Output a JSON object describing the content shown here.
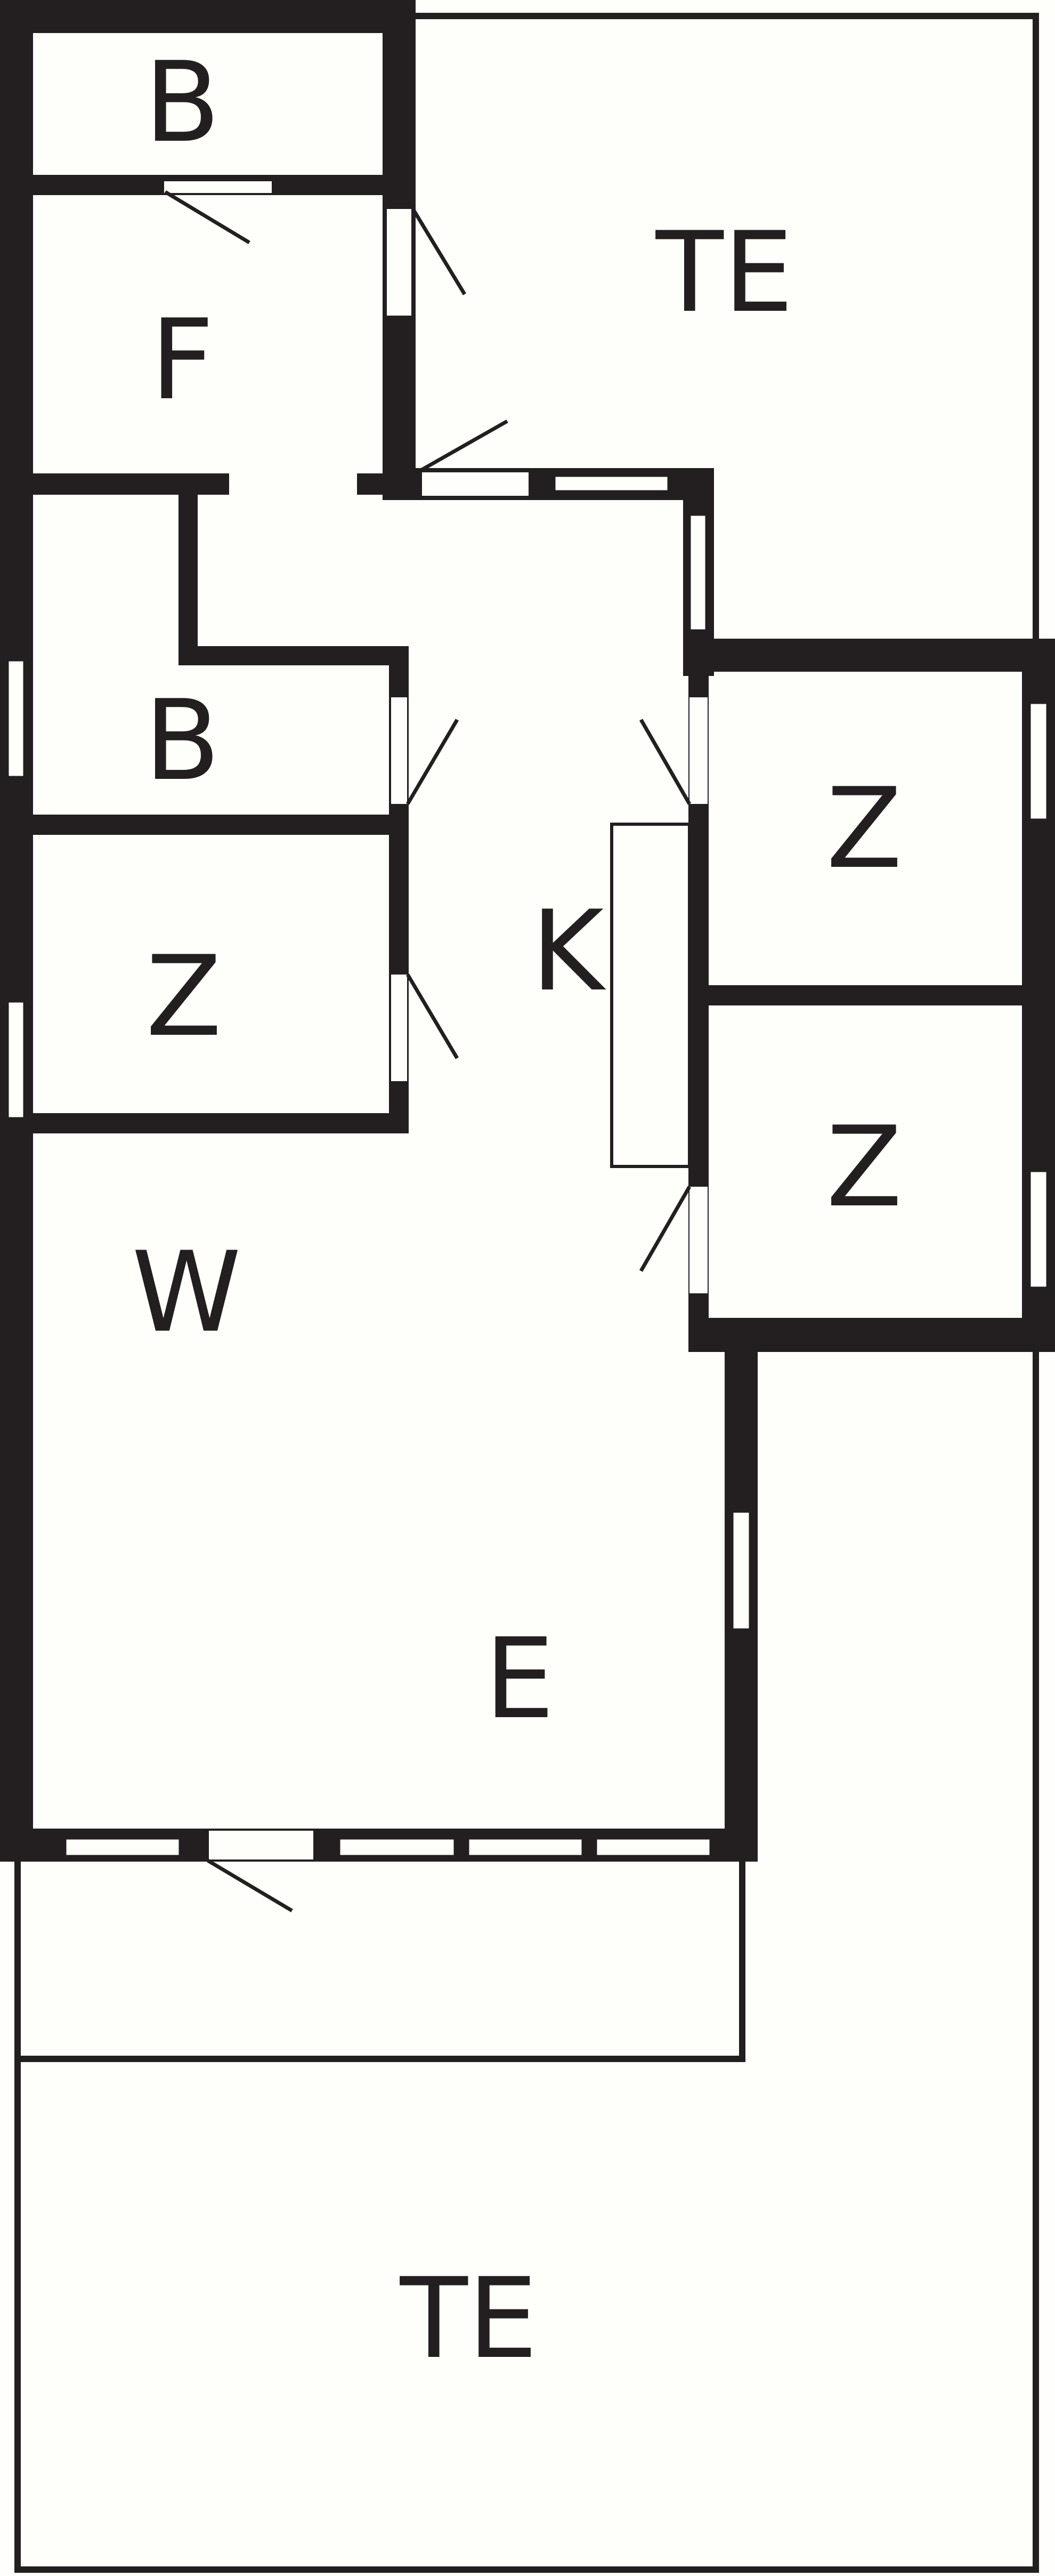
{
  "floorplan": {
    "colors": {
      "background": "#fefefa",
      "wall": "#231f20"
    },
    "rooms": [
      {
        "id": "bath-top",
        "label": "B"
      },
      {
        "id": "terrace-top",
        "label": "TE"
      },
      {
        "id": "utility",
        "label": "F"
      },
      {
        "id": "bath-middle",
        "label": "B"
      },
      {
        "id": "bedroom-right-top",
        "label": "Z"
      },
      {
        "id": "kitchen",
        "label": "K"
      },
      {
        "id": "bedroom-left",
        "label": "Z"
      },
      {
        "id": "bedroom-right-bottom",
        "label": "Z"
      },
      {
        "id": "living",
        "label": "W"
      },
      {
        "id": "entrance",
        "label": "E"
      },
      {
        "id": "terrace-bottom",
        "label": "TE"
      }
    ]
  }
}
